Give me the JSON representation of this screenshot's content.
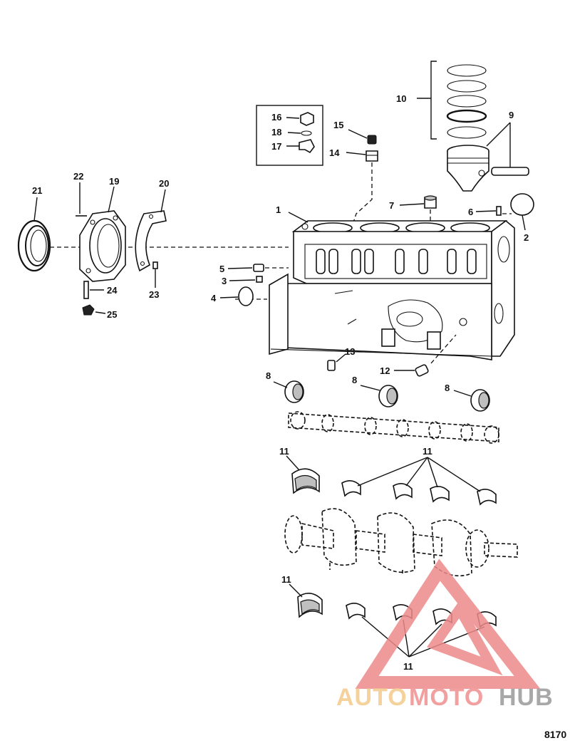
{
  "callouts": {
    "c1": "1",
    "c2": "2",
    "c3": "3",
    "c4": "4",
    "c5": "5",
    "c6": "6",
    "c7": "7",
    "c8a": "8",
    "c8b": "8",
    "c8c": "8",
    "c9": "9",
    "c10": "10",
    "c11a": "11",
    "c11b": "11",
    "c11c": "11",
    "c11d": "11",
    "c12": "12",
    "c13": "13",
    "c14": "14",
    "c15": "15",
    "c16": "16",
    "c17": "17",
    "c18": "18",
    "c19": "19",
    "c20": "20",
    "c21": "21",
    "c22": "22",
    "c23": "23",
    "c24": "24",
    "c25": "25"
  },
  "drawing_code": "8170",
  "watermark": {
    "text": "AUTOMOTOHUB",
    "colors": {
      "auto": "#f4c98a",
      "moto": "#ef8f8f",
      "hub": "#9a9a9a",
      "triangle": "#ee8a8a"
    }
  },
  "colors": {
    "line": "#111111",
    "background": "#ffffff"
  }
}
